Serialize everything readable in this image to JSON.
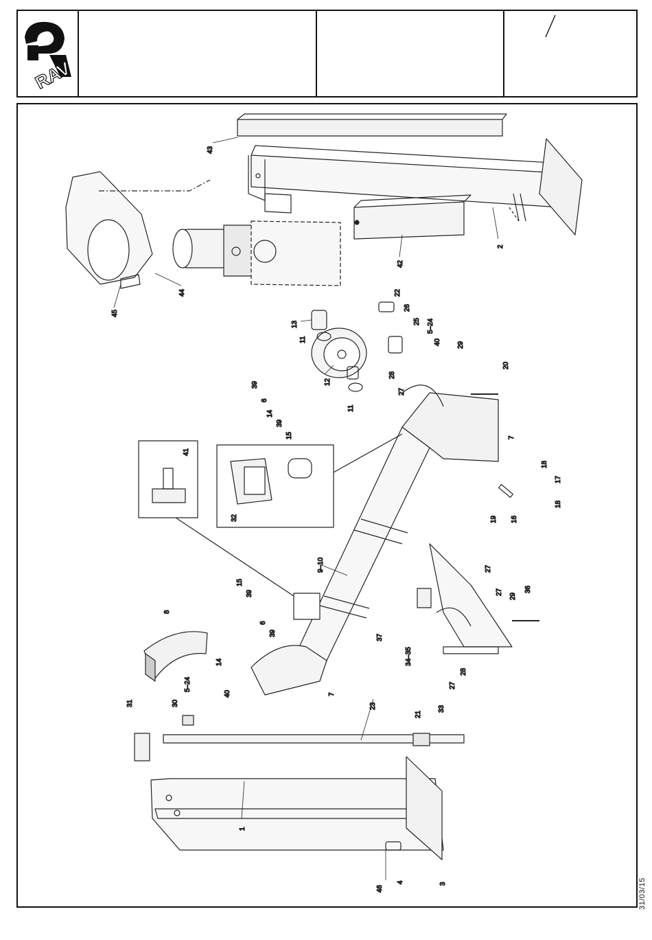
{
  "logo": {
    "text": "RAV"
  },
  "header": {
    "slash": "/"
  },
  "date": "31/03/15",
  "callouts": [
    {
      "id": "c43",
      "label": "43"
    },
    {
      "id": "c2",
      "label": "2"
    },
    {
      "id": "c42",
      "label": "42"
    },
    {
      "id": "c44",
      "label": "44"
    },
    {
      "id": "c45",
      "label": "45"
    },
    {
      "id": "c22",
      "label": "22"
    },
    {
      "id": "c26",
      "label": "26"
    },
    {
      "id": "c25",
      "label": "25"
    },
    {
      "id": "c5_24a",
      "label": "5–24"
    },
    {
      "id": "c40a",
      "label": "40"
    },
    {
      "id": "c29a",
      "label": "29"
    },
    {
      "id": "c13",
      "label": "13"
    },
    {
      "id": "c11a",
      "label": "11"
    },
    {
      "id": "c12",
      "label": "12"
    },
    {
      "id": "c28a",
      "label": "28"
    },
    {
      "id": "c27a",
      "label": "27"
    },
    {
      "id": "c11b",
      "label": "11"
    },
    {
      "id": "c20",
      "label": "20"
    },
    {
      "id": "c39a",
      "label": "39"
    },
    {
      "id": "c6a",
      "label": "6"
    },
    {
      "id": "c14a",
      "label": "14"
    },
    {
      "id": "c39b",
      "label": "39"
    },
    {
      "id": "c15a",
      "label": "15"
    },
    {
      "id": "c7a",
      "label": "7"
    },
    {
      "id": "c41",
      "label": "41"
    },
    {
      "id": "c32",
      "label": "32"
    },
    {
      "id": "c18a",
      "label": "18"
    },
    {
      "id": "c17",
      "label": "17"
    },
    {
      "id": "c18b",
      "label": "18"
    },
    {
      "id": "c16",
      "label": "16"
    },
    {
      "id": "c19",
      "label": "19"
    },
    {
      "id": "c9_10",
      "label": "9–10"
    },
    {
      "id": "c15b",
      "label": "15"
    },
    {
      "id": "c39c",
      "label": "39"
    },
    {
      "id": "c8",
      "label": "8"
    },
    {
      "id": "c6b",
      "label": "6"
    },
    {
      "id": "c39d",
      "label": "39"
    },
    {
      "id": "c14b",
      "label": "14"
    },
    {
      "id": "c27b",
      "label": "27"
    },
    {
      "id": "c27c",
      "label": "27"
    },
    {
      "id": "c29b",
      "label": "29"
    },
    {
      "id": "c36",
      "label": "36"
    },
    {
      "id": "c37",
      "label": "37"
    },
    {
      "id": "c34_35",
      "label": "34–35"
    },
    {
      "id": "c28b",
      "label": "28"
    },
    {
      "id": "c27d",
      "label": "27"
    },
    {
      "id": "c5_24b",
      "label": "5–24"
    },
    {
      "id": "c40b",
      "label": "40"
    },
    {
      "id": "c7b",
      "label": "7"
    },
    {
      "id": "c31",
      "label": "31"
    },
    {
      "id": "c30",
      "label": "30"
    },
    {
      "id": "c23",
      "label": "23"
    },
    {
      "id": "c21",
      "label": "21"
    },
    {
      "id": "c33",
      "label": "33"
    },
    {
      "id": "c1",
      "label": "1"
    },
    {
      "id": "c46",
      "label": "46"
    },
    {
      "id": "c4",
      "label": "4"
    },
    {
      "id": "c3",
      "label": "3"
    }
  ]
}
